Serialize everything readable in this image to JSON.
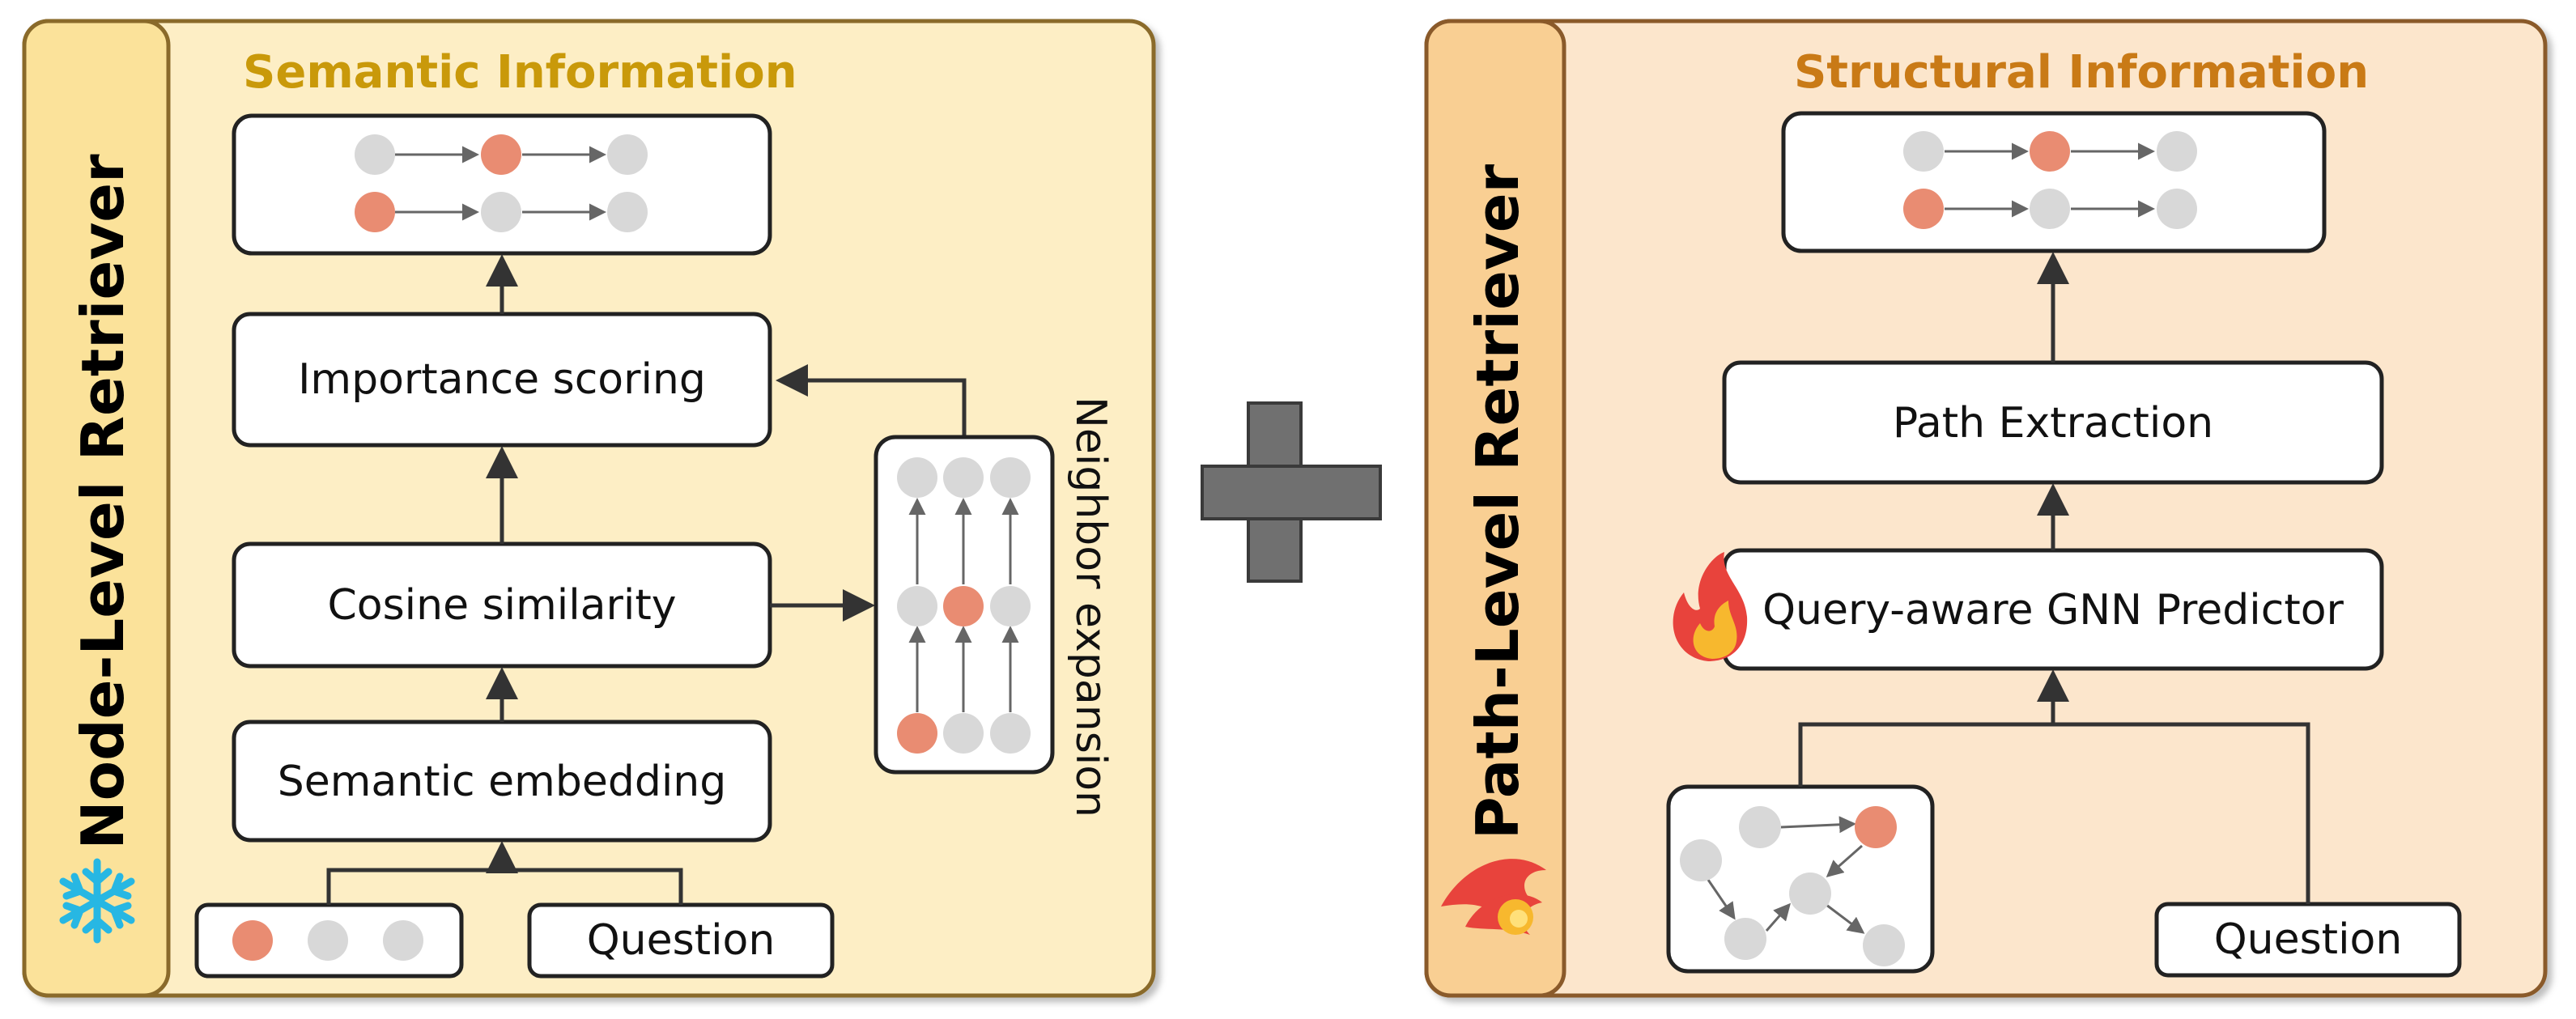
{
  "left": {
    "side_label": "Node-Level Retriever",
    "header": "Semantic Information",
    "boxes": {
      "importance": "Importance scoring",
      "cosine": "Cosine similarity",
      "embedding": "Semantic embedding",
      "question": "Question"
    },
    "neighbor_label": "Neighbor expansion",
    "status_icon": "snowflake-icon"
  },
  "plus_icon": "plus-icon",
  "right": {
    "side_label": "Path-Level Retriever",
    "header": "Structural Information",
    "boxes": {
      "path_extraction": "Path Extraction",
      "gnn": "Query-aware GNN Predictor",
      "question": "Question"
    },
    "status_icon": "flame-icon"
  },
  "colors": {
    "left_panel": "#fdeec5",
    "left_tab": "#fbe29a",
    "left_header": "#c9990a",
    "right_panel": "#fce6cc",
    "right_tab": "#f9cf93",
    "right_header": "#c97a16",
    "node_orange": "#e98c72",
    "node_gray": "#d8d8d8"
  }
}
